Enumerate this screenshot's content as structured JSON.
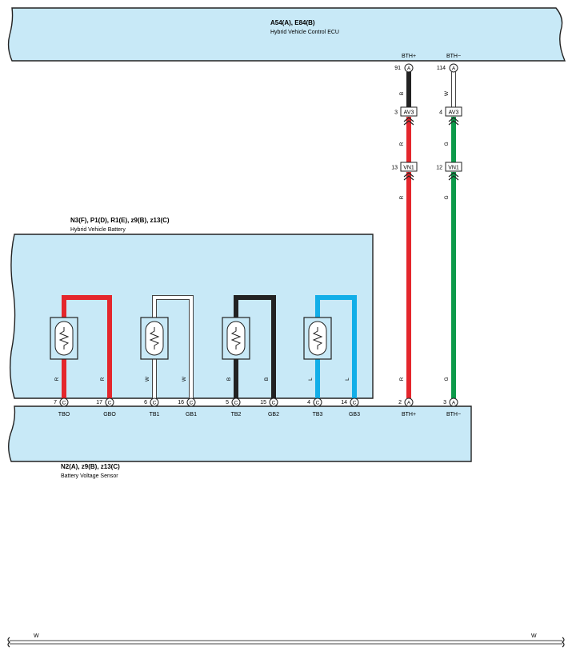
{
  "ecu": {
    "code": "A54(A), E84(B)",
    "name": "Hybrid Vehicle Control ECU"
  },
  "battery": {
    "code": "N3(F), P1(D), R1(E), z9(B), z13(C)",
    "name": "Hybrid Vehicle Battery"
  },
  "sensor": {
    "code": "N2(A), z9(B), z13(C)",
    "name": "Battery Voltage Sensor"
  },
  "ecu_pins": [
    {
      "terminal": "BTH+",
      "pin": "91",
      "conn": "A"
    },
    {
      "terminal": "BTH−",
      "pin": "114",
      "conn": "A"
    }
  ],
  "junctions": [
    {
      "pin": "3",
      "label": "AV3"
    },
    {
      "pin": "4",
      "label": "AV3"
    },
    {
      "pin": "13",
      "label": "VN1"
    },
    {
      "pin": "12",
      "label": "VN1"
    }
  ],
  "wire_colors": {
    "bth_plus": [
      "B",
      "R",
      "R",
      "R"
    ],
    "bth_minus": [
      "W",
      "G",
      "G",
      "G"
    ],
    "sensors": [
      "R",
      "R",
      "W",
      "W",
      "B",
      "B",
      "L",
      "L"
    ]
  },
  "sensor_pins": [
    {
      "pin": "7",
      "conn": "C",
      "terminal": "TBO"
    },
    {
      "pin": "17",
      "conn": "C",
      "terminal": "GBO"
    },
    {
      "pin": "6",
      "conn": "C",
      "terminal": "TB1"
    },
    {
      "pin": "16",
      "conn": "C",
      "terminal": "GB1"
    },
    {
      "pin": "5",
      "conn": "C",
      "terminal": "TB2"
    },
    {
      "pin": "15",
      "conn": "C",
      "terminal": "GB2"
    },
    {
      "pin": "4",
      "conn": "C",
      "terminal": "TB3"
    },
    {
      "pin": "14",
      "conn": "C",
      "terminal": "GB3"
    },
    {
      "pin": "2",
      "conn": "A",
      "terminal": "BTH+"
    },
    {
      "pin": "3",
      "conn": "A",
      "terminal": "BTH−"
    }
  ],
  "bottom_wire": {
    "left": "W",
    "right": "W"
  },
  "colors": {
    "panel": "#c8e9f7",
    "red": "#e4262c",
    "black": "#222222",
    "white_wire": "#ffffff",
    "blue": "#12aee8",
    "green": "#0d9a4a"
  }
}
